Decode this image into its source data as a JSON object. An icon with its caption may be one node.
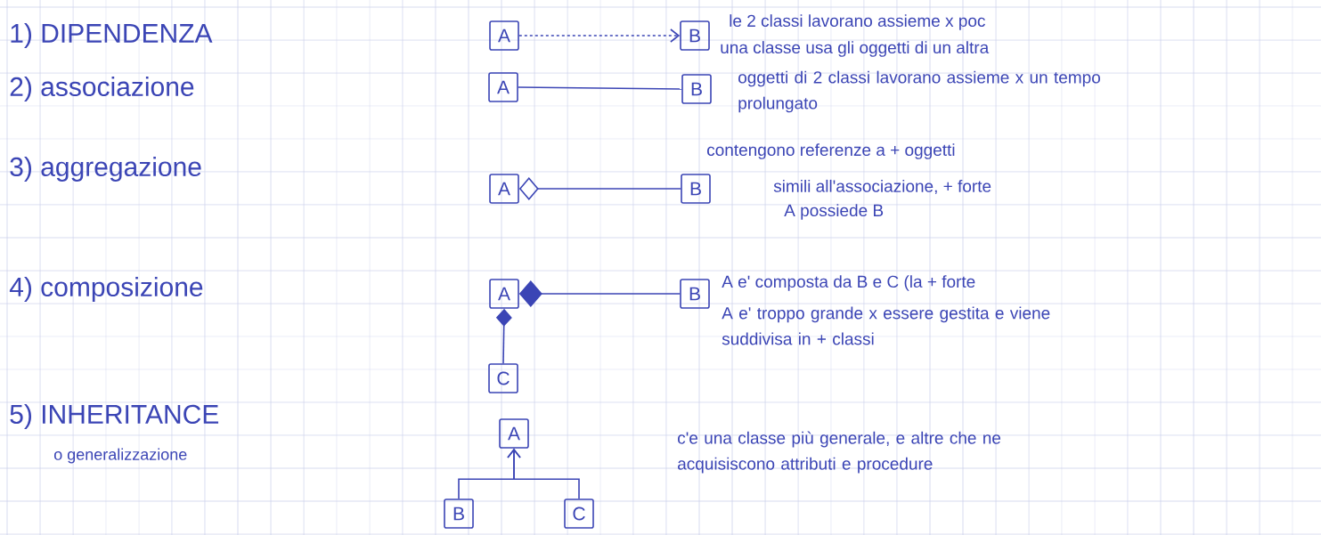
{
  "diagram": {
    "nodes": [
      {
        "text": [
          "A"
        ]
      },
      {
        "text": [
          "B"
        ]
      },
      {
        "text": [
          "A"
        ]
      },
      {
        "text": [
          "B"
        ]
      },
      {
        "text": [
          "A"
        ]
      },
      {
        "text": [
          "B"
        ]
      },
      {
        "text": [
          "A"
        ]
      },
      {
        "text": [
          "B"
        ]
      },
      {
        "text": [
          "C"
        ]
      },
      {
        "text": [
          "A"
        ]
      },
      {
        "text": [
          "B"
        ]
      },
      {
        "text": [
          "C"
        ]
      }
    ],
    "edges": [
      {
        "from": 0,
        "to": 1,
        "arrow": "to",
        "style": "dashed"
      },
      {
        "from": 2,
        "to": 3,
        "arrow": "none"
      },
      {
        "from": 4,
        "to": 5,
        "arrow": "other"
      },
      {
        "from": 6,
        "to": 7,
        "arrow": "other"
      },
      {
        "from": 6,
        "to": 8,
        "arrow": "other"
      },
      {
        "from": 10,
        "to": 9,
        "arrow": "to"
      },
      {
        "from": 11,
        "to": 9,
        "arrow": "to"
      }
    ],
    "labels": [
      "1) DIPENDENZA",
      "le 2 classi lavorano assieme x poc",
      "una classe usa gli oggetti di un altra",
      "2) associazione",
      "oggetti di 2 classi lavorano assieme x un tempo prolungato",
      "contengono referenze a + oggetti",
      "3) aggregazione",
      "simili all'associazione, + forte",
      "A possiede B",
      "4) composizione",
      "A e' composta da B e C (la + forte",
      "A e' troppo grande x essere gestita e viene suddivisa in + classi",
      "5) INHERITANCE",
      "o generalizzazione",
      "c'e una classe più generale, e altre che ne acquisiscono attributi e procedure"
    ]
  }
}
